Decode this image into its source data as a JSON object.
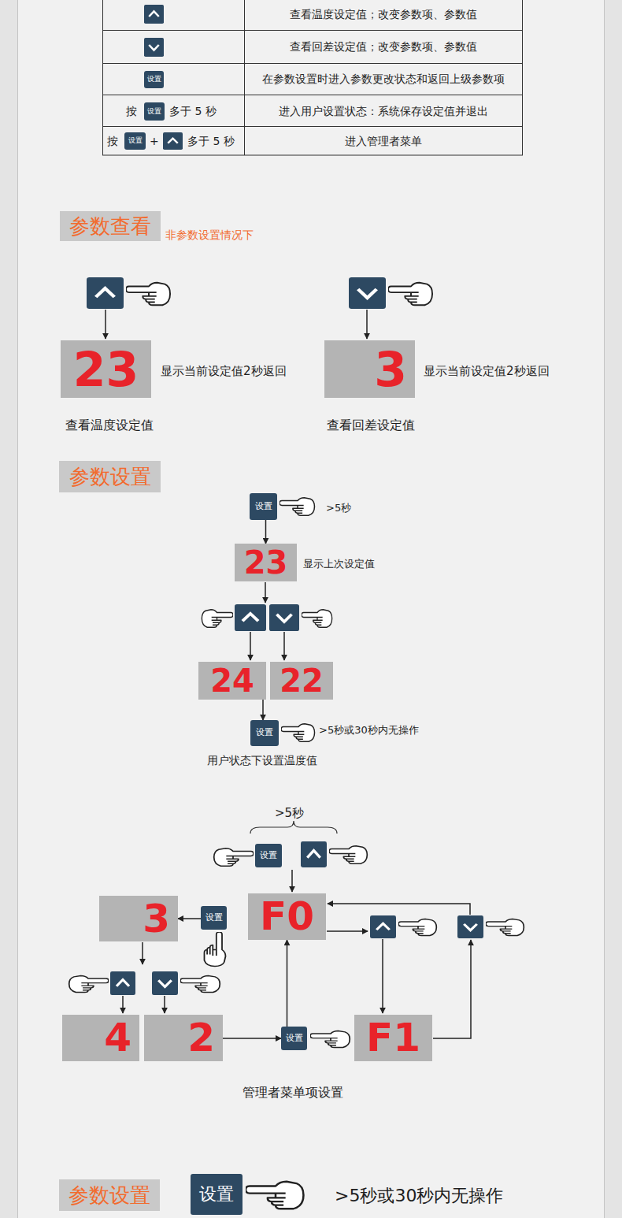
{
  "diagram": {
    "nodes": [
      {
        "text": [
          "设置"
        ]
      },
      {
        "text": [
          "设置"
        ]
      },
      {
        "text": [
          "设置"
        ]
      },
      {
        "text": [
          "参数查看"
        ]
      },
      {
        "text": [
          "23"
        ]
      },
      {
        "text": [
          "3"
        ]
      },
      {
        "text": [
          "参数设置"
        ]
      },
      {
        "text": [
          "设置"
        ]
      },
      {
        "text": [
          "23"
        ]
      },
      {
        "text": [
          "24"
        ]
      },
      {
        "text": [
          "22"
        ]
      },
      {
        "text": [
          "设置"
        ]
      },
      {
        "text": [
          "设置"
        ]
      },
      {
        "text": [
          "F0"
        ]
      },
      {
        "text": [
          "3"
        ]
      },
      {
        "text": [
          "设置"
        ]
      },
      {
        "text": [
          "4"
        ]
      },
      {
        "text": [
          "2"
        ]
      },
      {
        "text": [
          "设置"
        ]
      },
      {
        "text": [
          "F1"
        ]
      },
      {
        "text": [
          "参数设置"
        ]
      },
      {
        "text": [
          "设置"
        ]
      }
    ],
    "edges": [
      {
        "from": 7,
        "to": 8,
        "arrow": "to"
      },
      {
        "from": 9,
        "to": 11,
        "arrow": "to"
      },
      {
        "from": 15,
        "to": 14,
        "arrow": "to"
      },
      {
        "from": 17,
        "to": 18,
        "arrow": "to"
      },
      {
        "from": 18,
        "to": 13,
        "arrow": "to"
      }
    ],
    "labels": [
      "查看温度设定值；改变参数项、参数值",
      "查看回差设定值；改变参数项、参数值",
      "在参数设置时进入参数更改状态和返回上级参数项",
      "按",
      "多于 5 秒",
      "进入用户设置状态：系统保存设定值并退出",
      "按",
      "+",
      "多于 5 秒",
      "进入管理者菜单",
      "非参数设置情况下",
      "显示当前设定值2秒返回",
      "查看温度设定值",
      "显示当前设定值2秒返回",
      "查看回差设定值",
      ">5秒",
      "显示上次设定值",
      ">5秒或30秒内无操作",
      "用户状态下设置温度值",
      ">5秒",
      "管理者菜单项设置",
      ">5秒或30秒内无操作"
    ]
  }
}
